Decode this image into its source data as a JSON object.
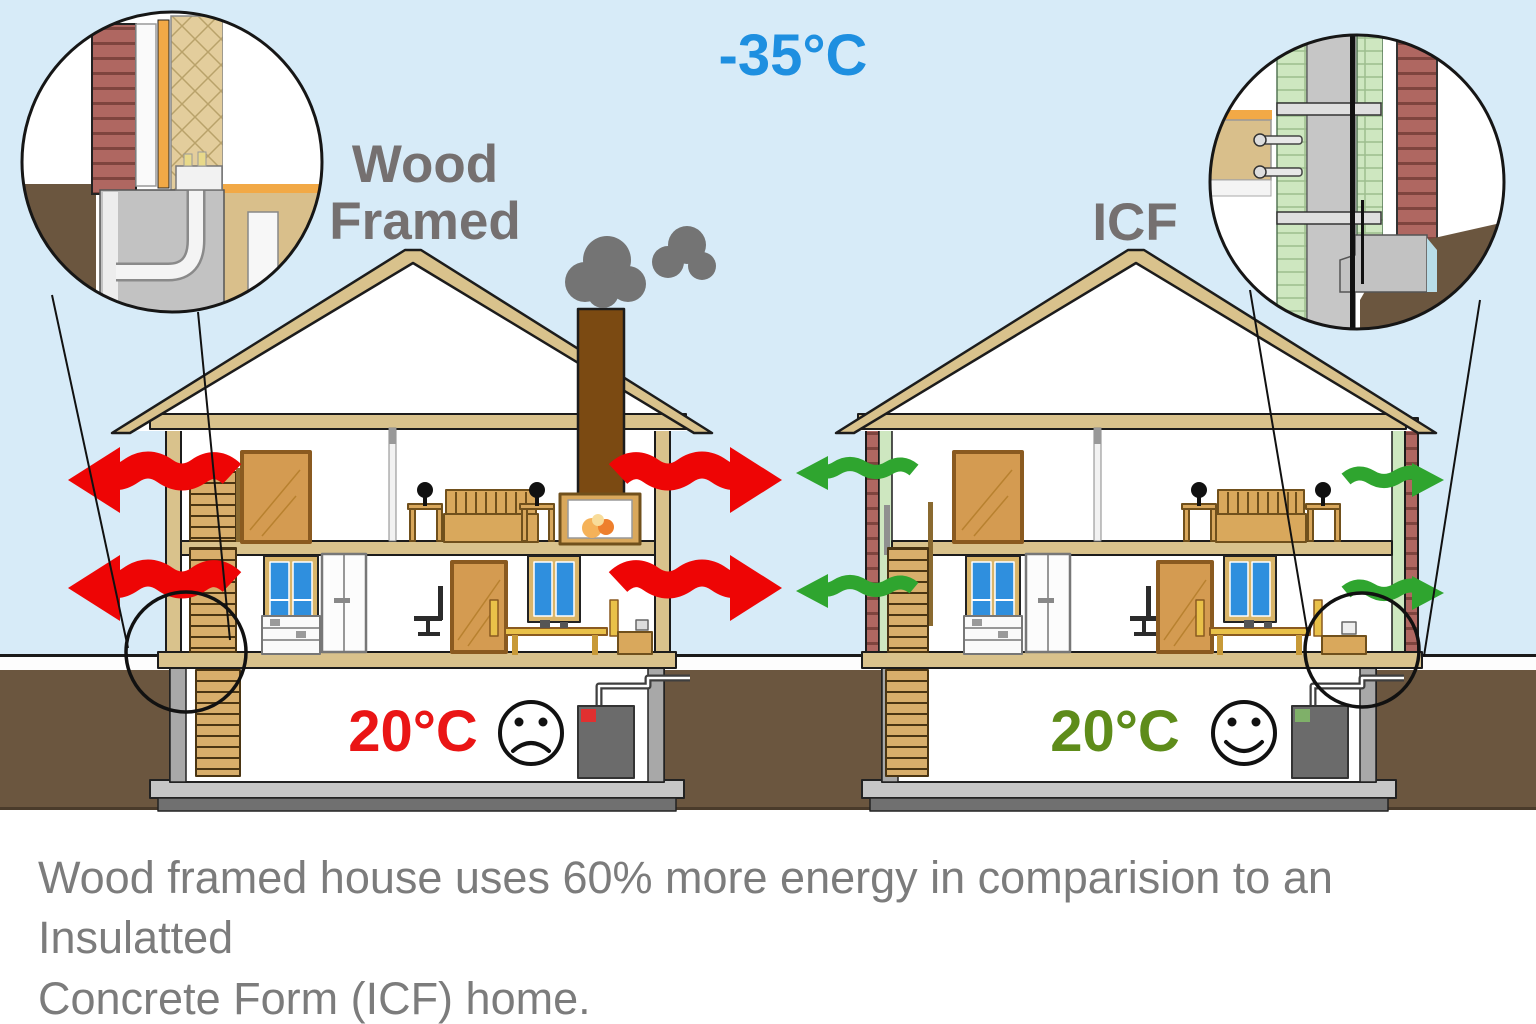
{
  "labels": {
    "outside_temp": "-35°C",
    "wood_house_name": "Wood\nFramed",
    "icf_house_name": "ICF",
    "wood_indoor_temp": "20°C",
    "icf_indoor_temp": "20°C"
  },
  "caption": {
    "text": "Wood framed house uses 60% more energy in comparision to an Insulatted\nConcrete Form (ICF) home."
  },
  "colors": {
    "sky": "#D7EBF8",
    "ground_soil": "#6B563F",
    "structure_tan": "#D9C28C",
    "heat_loss_red_arrow": "#EE0505",
    "heat_loss_green_arrow": "#2FA52F",
    "outside_temp_blue": "#1E8FE0",
    "house_label_gray": "#757070",
    "caption_gray": "#7C7C7C",
    "wood_indoor_temp_red": "#EA1515",
    "icf_indoor_temp_green": "#5E8C1A",
    "window_blue": "#2F8FDE",
    "door_wood": "#D49B51",
    "brick_red": "#AF6761",
    "icf_foam_green": "#CEE7C0",
    "concrete_gray": "#C6C6C6",
    "smoke_gray": "#747474"
  }
}
